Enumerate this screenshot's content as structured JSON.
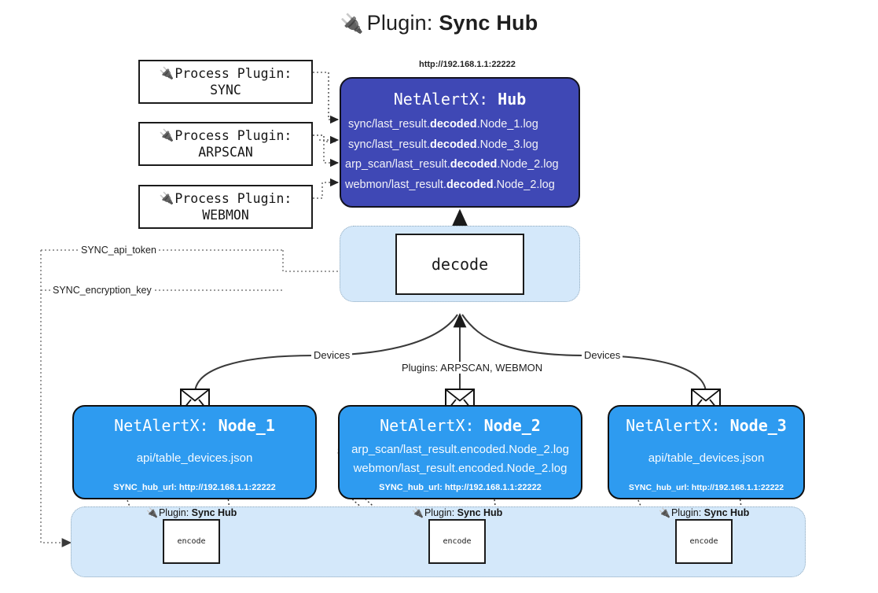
{
  "title": {
    "icon": "plug-icon",
    "lead": "Plugin: ",
    "strong": "Sync Hub"
  },
  "process_plugins": [
    {
      "icon": "plug-icon",
      "line1": "Process Plugin:",
      "line2": "SYNC"
    },
    {
      "icon": "plug-icon",
      "line1": "Process Plugin:",
      "line2": "ARPSCAN"
    },
    {
      "icon": "plug-icon",
      "line1": "Process Plugin:",
      "line2": "WEBMON"
    }
  ],
  "hub": {
    "url": "http://192.168.1.1:22222",
    "title_prefix": "NetAlertX: ",
    "title_name": "Hub",
    "logs": [
      {
        "pre": "sync/last_result.",
        "bold": "decoded",
        "post": ".Node_1.log"
      },
      {
        "pre": "sync/last_result.",
        "bold": "decoded",
        "post": ".Node_3.log"
      },
      {
        "pre": "arp_scan/last_result.",
        "bold": "decoded",
        "post": ".Node_2.log"
      },
      {
        "pre": "webmon/last_result.",
        "bold": "decoded",
        "post": ".Node_2.log"
      }
    ]
  },
  "decode": {
    "label": "decode"
  },
  "secrets": [
    {
      "label": "SYNC_api_token"
    },
    {
      "label": "SYNC_encryption_key"
    }
  ],
  "edge_labels": {
    "devices_left": "Devices",
    "plugins_mid": "Plugins: ARPSCAN, WEBMON",
    "devices_right": "Devices"
  },
  "nodes": [
    {
      "title_prefix": "NetAlertX: ",
      "title_name": "Node_1",
      "lines": [
        "api/table_devices.json"
      ],
      "footer": "SYNC_hub_url: http://192.168.1.1:22222"
    },
    {
      "title_prefix": "NetAlertX: ",
      "title_name": "Node_2",
      "lines": [
        "arp_scan/last_result.encoded.Node_2.log",
        "webmon/last_result.encoded.Node_2.log"
      ],
      "footer": "SYNC_hub_url: http://192.168.1.1:22222"
    },
    {
      "title_prefix": "NetAlertX: ",
      "title_name": "Node_3",
      "lines": [
        "api/table_devices.json"
      ],
      "footer": "SYNC_hub_url: http://192.168.1.1:22222"
    }
  ],
  "encoders": [
    {
      "icon": "plug-icon",
      "plugin_lead": "Plugin: ",
      "plugin_name": "Sync Hub",
      "label": "encode"
    },
    {
      "icon": "plug-icon",
      "plugin_lead": "Plugin: ",
      "plugin_name": "Sync Hub",
      "label": "encode"
    },
    {
      "icon": "plug-icon",
      "plugin_lead": "Plugin: ",
      "plugin_name": "Sync Hub",
      "label": "encode"
    }
  ],
  "colors": {
    "hub": "#3f48b5",
    "node": "#2e9bf0",
    "region": "#d4e8fa",
    "stroke": "#1b1b1b",
    "dotted": "#8fa8bb"
  }
}
